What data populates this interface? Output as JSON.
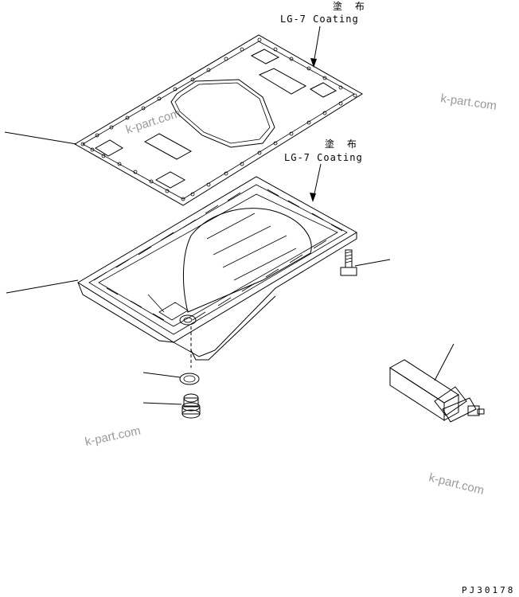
{
  "annotations": [
    {
      "jp": "塗 布",
      "en": "LG-7 Coating"
    },
    {
      "jp": "塗 布",
      "en": "LG-7 Coating"
    }
  ],
  "watermarks": [
    "k-part.com",
    "k-part.com",
    "k-part.com",
    "k-part.com"
  ],
  "figure_code": "PJ30178"
}
